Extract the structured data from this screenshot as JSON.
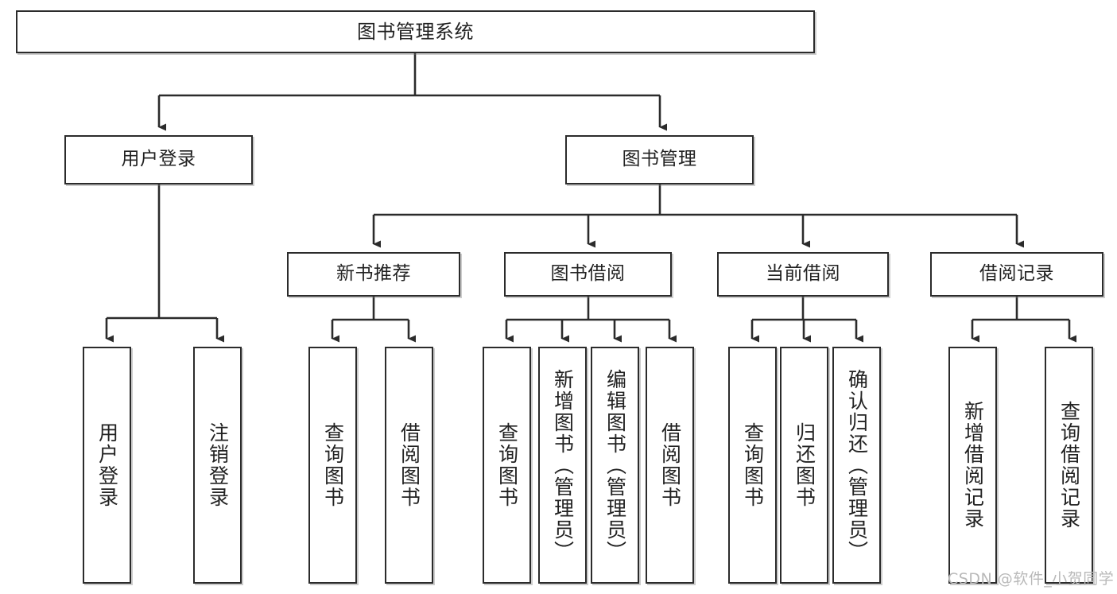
{
  "diagram": {
    "title_node": {
      "label": "图书管理系统"
    },
    "level2": [
      {
        "label": "用户登录"
      },
      {
        "label": "图书管理"
      }
    ],
    "level3": [
      {
        "label": "新书推荐"
      },
      {
        "label": "图书借阅"
      },
      {
        "label": "当前借阅"
      },
      {
        "label": "借阅记录"
      }
    ],
    "leaves": {
      "user_login": [
        {
          "label": "用户登录"
        },
        {
          "label": "注销登录"
        }
      ],
      "new_book_recommend": [
        {
          "label": "查询图书"
        },
        {
          "label": "借阅图书"
        }
      ],
      "book_borrow": [
        {
          "label": "查询图书"
        },
        {
          "label": "新增图书（管理员）"
        },
        {
          "label": "编辑图书（管理员）"
        },
        {
          "label": "借阅图书"
        }
      ],
      "current_borrow": [
        {
          "label": "查询图书"
        },
        {
          "label": "归还图书"
        },
        {
          "label": "确认归还（管理员）"
        }
      ],
      "borrow_record": [
        {
          "label": "新增借阅记录"
        },
        {
          "label": "查询借阅记录"
        }
      ]
    }
  },
  "watermark": {
    "text": "CSDN @软件_小贺同学"
  },
  "colors": {
    "box_border": "#2b2b2b",
    "box_fill": "#ffffff",
    "text": "#222222",
    "connector": "#2b2b2b",
    "watermark": "#b9b9b9"
  }
}
